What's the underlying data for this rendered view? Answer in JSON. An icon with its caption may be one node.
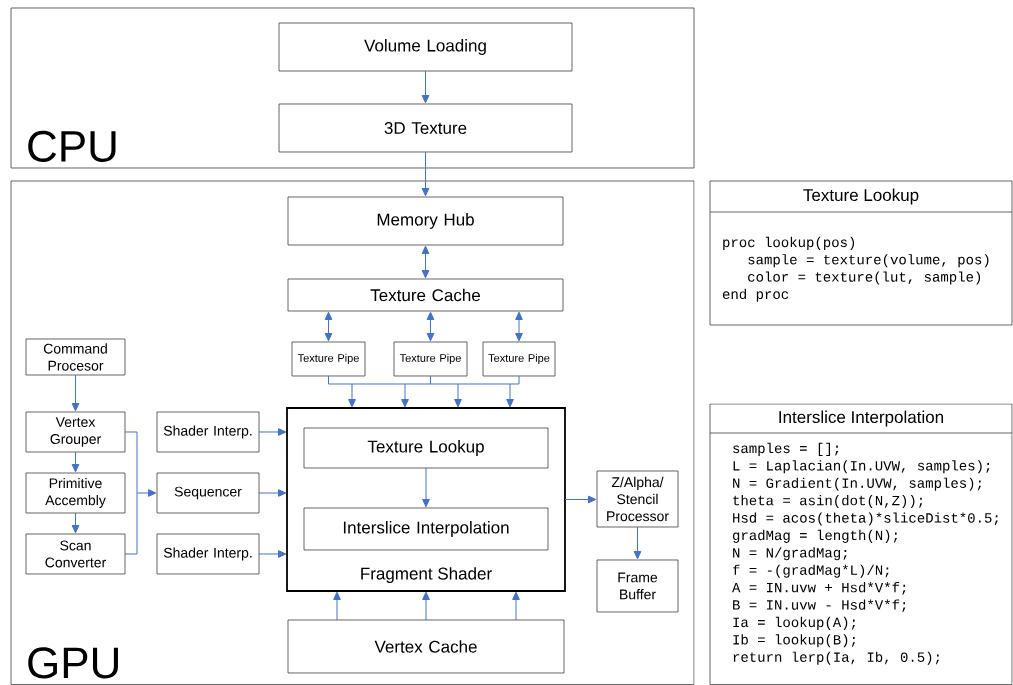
{
  "diagram": {
    "nodes": [
      {
        "text": [
          "CPU"
        ]
      },
      {
        "text": [
          "Volume Loading"
        ],
        "in": 0
      },
      {
        "text": [
          "3D Texture"
        ],
        "in": 0
      },
      {
        "text": [
          "GPU"
        ]
      },
      {
        "text": [
          "Memory Hub"
        ],
        "in": 3
      },
      {
        "text": [
          "Texture Cache"
        ],
        "in": 3
      },
      {
        "text": [
          "Texture Pipe"
        ],
        "in": 3
      },
      {
        "text": [
          "Texture Pipe"
        ],
        "in": 3
      },
      {
        "text": [
          "Texture Pipe"
        ],
        "in": 3
      },
      {
        "text": [
          "Command Procesor"
        ],
        "in": 3
      },
      {
        "text": [
          "Vertex Grouper"
        ],
        "in": 3
      },
      {
        "text": [
          "Primitive Accembly"
        ],
        "in": 3
      },
      {
        "text": [
          "Scan Converter"
        ],
        "in": 3
      },
      {
        "text": [
          "Shader Interp."
        ],
        "in": 3
      },
      {
        "text": [
          "Sequencer"
        ],
        "in": 3
      },
      {
        "text": [
          "Shader Interp."
        ],
        "in": 3
      },
      {
        "text": [
          "Fragment Shader"
        ],
        "in": 3
      },
      {
        "text": [
          "Texture Lookup"
        ],
        "in": 16
      },
      {
        "text": [
          "Interslice Interpolation"
        ],
        "in": 16
      },
      {
        "text": [
          "Vertex Cache"
        ],
        "in": 3
      },
      {
        "text": [
          "Z/Alpha/ Stencil Processor"
        ],
        "in": 3
      },
      {
        "text": [
          "Frame Buffer"
        ],
        "in": 3
      },
      {
        "text": [
          "Texture Lookup",
          "proc lookup(pos)",
          "sample = texture(volume, pos)",
          "color = texture(lut, sample)",
          "end proc"
        ]
      },
      {
        "text": [
          "Interslice Interpolation",
          "samples = [];",
          "L = Laplacian(In.UVW, samples);",
          "N = Gradient(In.UVW, samples);",
          "theta = asin(dot(N,Z));",
          "Hsd = acos(theta)*sliceDist*0.5;",
          "gradMag = length(N);",
          "N = N/gradMag;",
          "f = -(gradMag*L)/N;",
          "A = IN.uvw + Hsd*V*f;",
          "B = IN.uvw - Hsd*V*f;",
          "Ia = lookup(A);",
          "Ib = lookup(B);",
          "return lerp(Ia, Ib, 0.5);"
        ]
      }
    ],
    "edges": [
      {
        "from": 1,
        "to": 2,
        "arrow": "to"
      },
      {
        "from": 2,
        "to": 4,
        "arrow": "to"
      },
      {
        "from": 4,
        "to": 5,
        "arrow": "both"
      },
      {
        "from": 5,
        "to": 6,
        "arrow": "both"
      },
      {
        "from": 5,
        "to": 7,
        "arrow": "both"
      },
      {
        "from": 5,
        "to": 8,
        "arrow": "both"
      },
      {
        "from": 6,
        "to": 16,
        "arrow": "to"
      },
      {
        "from": 7,
        "to": 16,
        "arrow": "to"
      },
      {
        "from": 8,
        "to": 16,
        "arrow": "to"
      },
      {
        "from": 9,
        "to": 10,
        "arrow": "to"
      },
      {
        "from": 10,
        "to": 11,
        "arrow": "to"
      },
      {
        "from": 11,
        "to": 12,
        "arrow": "to"
      },
      {
        "from": 10,
        "to": 14,
        "arrow": "to"
      },
      {
        "from": 12,
        "to": 14,
        "arrow": "to"
      },
      {
        "from": 13,
        "to": 16,
        "arrow": "to"
      },
      {
        "from": 14,
        "to": 16,
        "arrow": "to"
      },
      {
        "from": 15,
        "to": 16,
        "arrow": "to"
      },
      {
        "from": 17,
        "to": 18,
        "arrow": "to"
      },
      {
        "from": 19,
        "to": 16,
        "arrow": "to"
      },
      {
        "from": 19,
        "to": 16,
        "arrow": "to"
      },
      {
        "from": 19,
        "to": 16,
        "arrow": "to"
      },
      {
        "from": 16,
        "to": 20,
        "arrow": "to"
      },
      {
        "from": 20,
        "to": 21,
        "arrow": "to"
      }
    ]
  }
}
